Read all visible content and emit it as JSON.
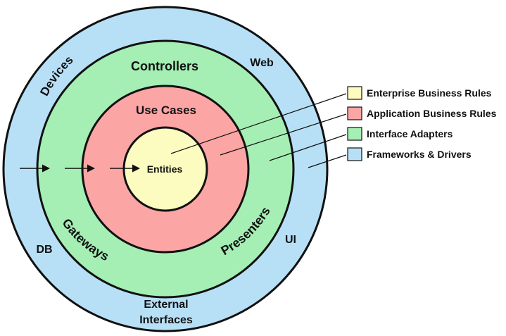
{
  "diagram": {
    "rings": {
      "outer": {
        "fill": "#b7e0f7",
        "labels": {
          "devices": "Devices",
          "web": "Web",
          "db": "DB",
          "ui": "UI",
          "external_line1": "External",
          "external_line2": "Interfaces"
        }
      },
      "adapters": {
        "fill": "#a5efb4",
        "labels": {
          "controllers": "Controllers",
          "gateways": "Gateways",
          "presenters": "Presenters"
        }
      },
      "use_cases": {
        "fill": "#fba5a5",
        "labels": {
          "use_cases": "Use Cases"
        }
      },
      "entities": {
        "fill": "#fcfbc0",
        "labels": {
          "entities": "Entities"
        }
      }
    },
    "legend": [
      {
        "label": "Enterprise Business Rules",
        "color": "#fcfbc0"
      },
      {
        "label": "Application Business Rules",
        "color": "#fba5a5"
      },
      {
        "label": "Interface Adapters",
        "color": "#a5efb4"
      },
      {
        "label": "Frameworks & Drivers",
        "color": "#b7e0f7"
      }
    ]
  }
}
